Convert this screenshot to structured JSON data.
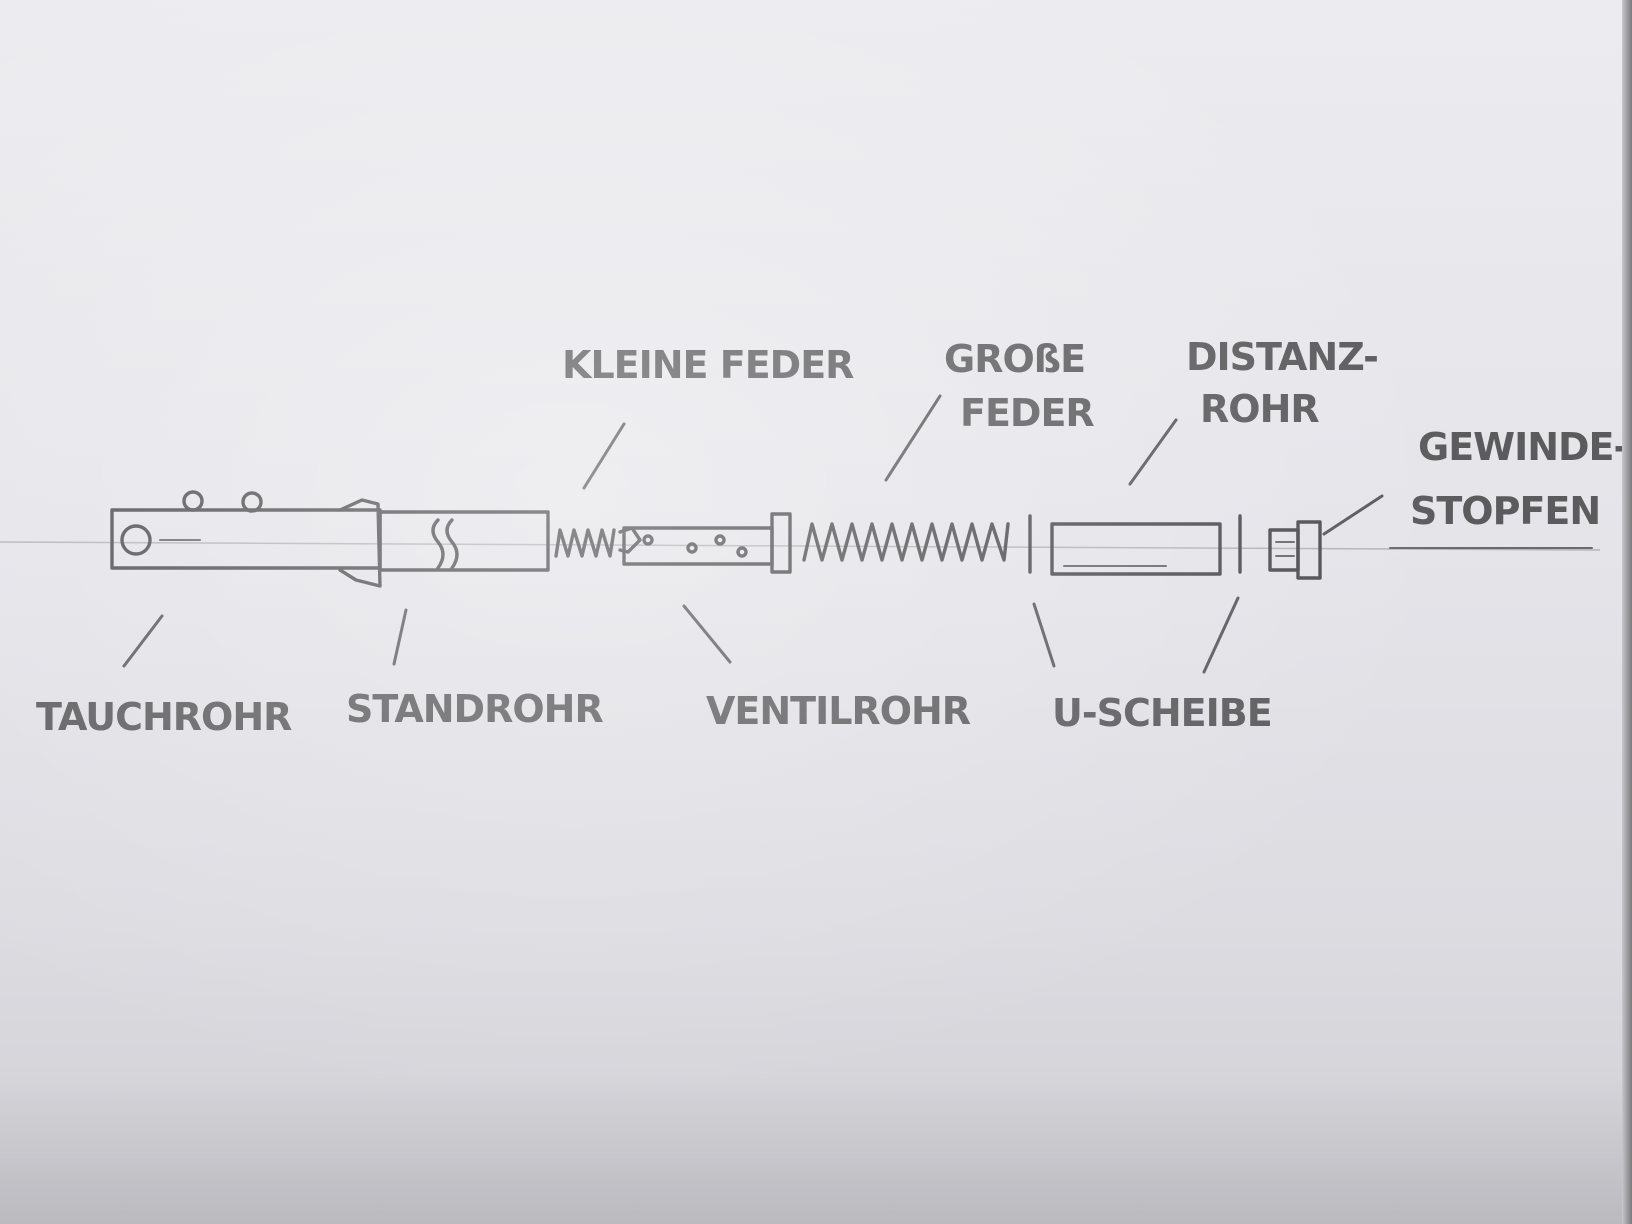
{
  "labels": {
    "tauchrohr": "TAUCHROHR",
    "standrohr": "STANDROHR",
    "kleine_feder": "KLEINE FEDER",
    "ventilrohr": "VENTILROHR",
    "grosse_feder_1": "GROßE",
    "grosse_feder_2": "FEDER",
    "u_scheibe": "U-SCHEIBE",
    "distanzrohr_1": "DISTANZ-",
    "distanzrohr_2": "ROHR",
    "gewindestopfen_1": "GEWINDE-",
    "gewindestopfen_2": "STOPFEN"
  }
}
